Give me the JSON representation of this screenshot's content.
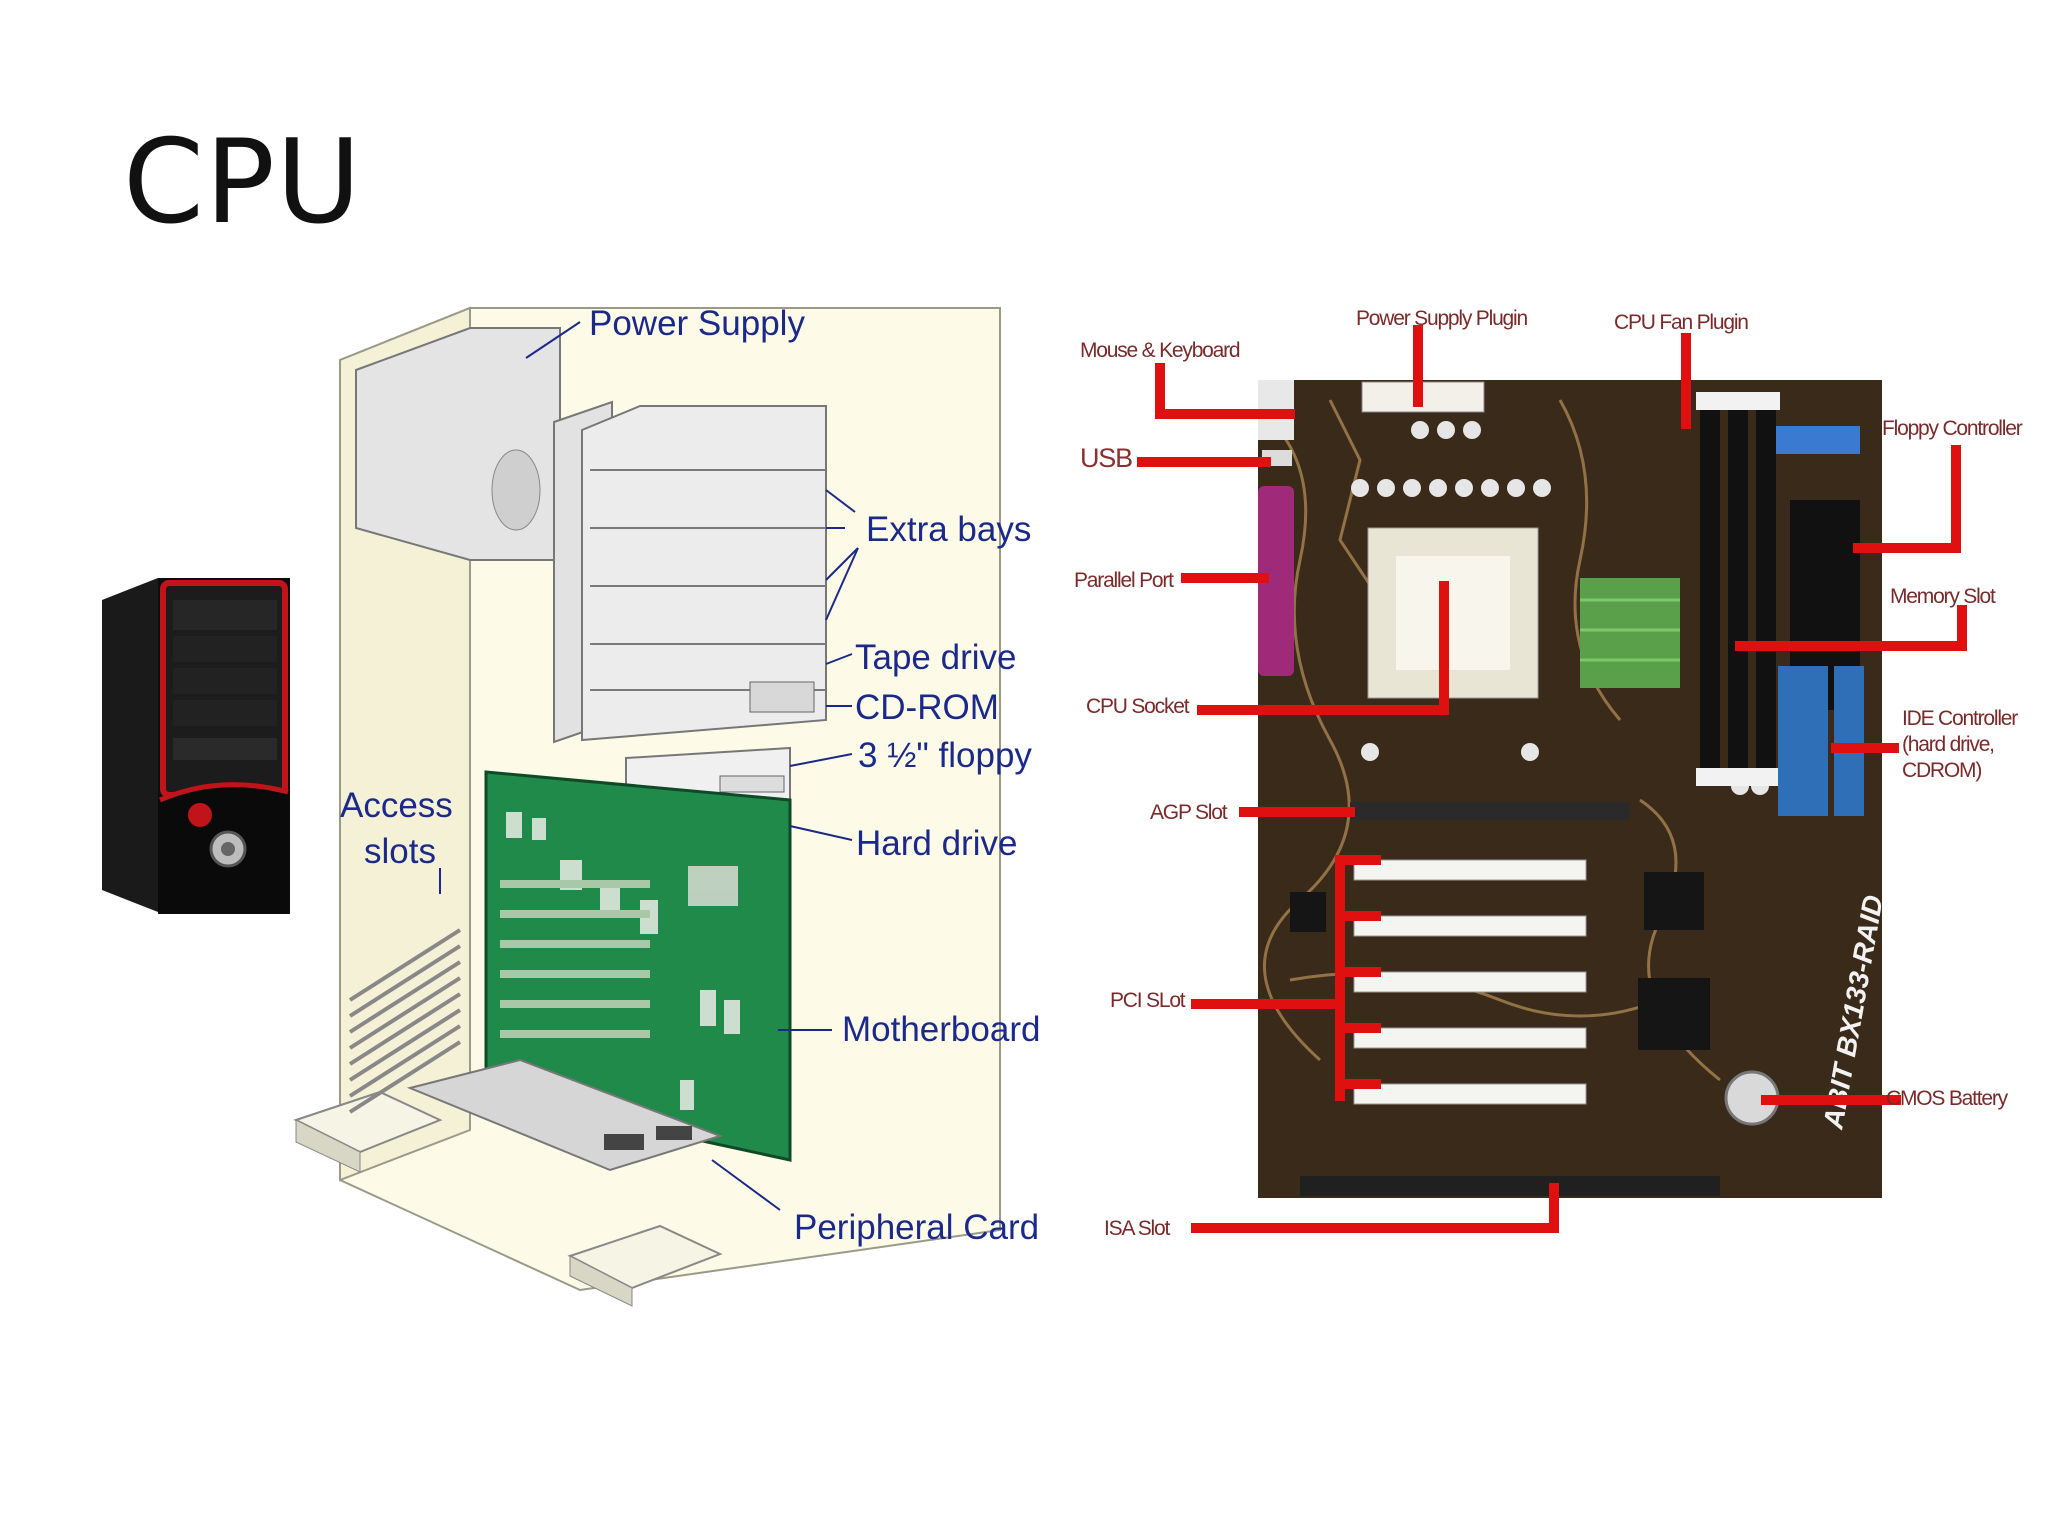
{
  "slide": {
    "title": "CPU"
  },
  "case_diagram": {
    "labels": {
      "power_supply": "Power Supply",
      "extra_bays": "Extra bays",
      "tape_drive": "Tape drive",
      "cd_rom": "CD-ROM",
      "floppy": "3 ½\" floppy",
      "hard_drive": "Hard drive",
      "access_slots_1": "Access",
      "access_slots_2": "slots",
      "motherboard": "Motherboard",
      "peripheral_card": "Peripheral Card"
    },
    "colors": {
      "label": "#1b2a8a",
      "board": "#1f8a4a",
      "case": "#fdfbe8"
    }
  },
  "motherboard_diagram": {
    "labels": {
      "mouse_keyboard": "Mouse & Keyboard",
      "power_supply_plugin": "Power Supply Plugin",
      "cpu_fan_plugin": "CPU Fan Plugin",
      "floppy_controller": "Floppy Controller",
      "usb": "USB",
      "parallel_port": "Parallel Port",
      "memory_slot": "Memory Slot",
      "cpu_socket": "CPU Socket",
      "ide_controller_1": "IDE Controller",
      "ide_controller_2": "(hard drive,",
      "ide_controller_3": "CDROM)",
      "agp_slot": "AGP Slot",
      "pci_slot": "PCI SLot",
      "cmos_battery": "CMOS Battery",
      "isa_slot": "ISA Slot",
      "board_marking": "ABIT BX133-RAID"
    },
    "colors": {
      "pointer": "#e01010",
      "pcb": "#3a2a1a",
      "trace": "#b08a55"
    }
  },
  "tower_photo": {
    "icon": "desktop-tower-icon",
    "colors": {
      "body": "#111111",
      "accent": "#c0141a"
    }
  }
}
